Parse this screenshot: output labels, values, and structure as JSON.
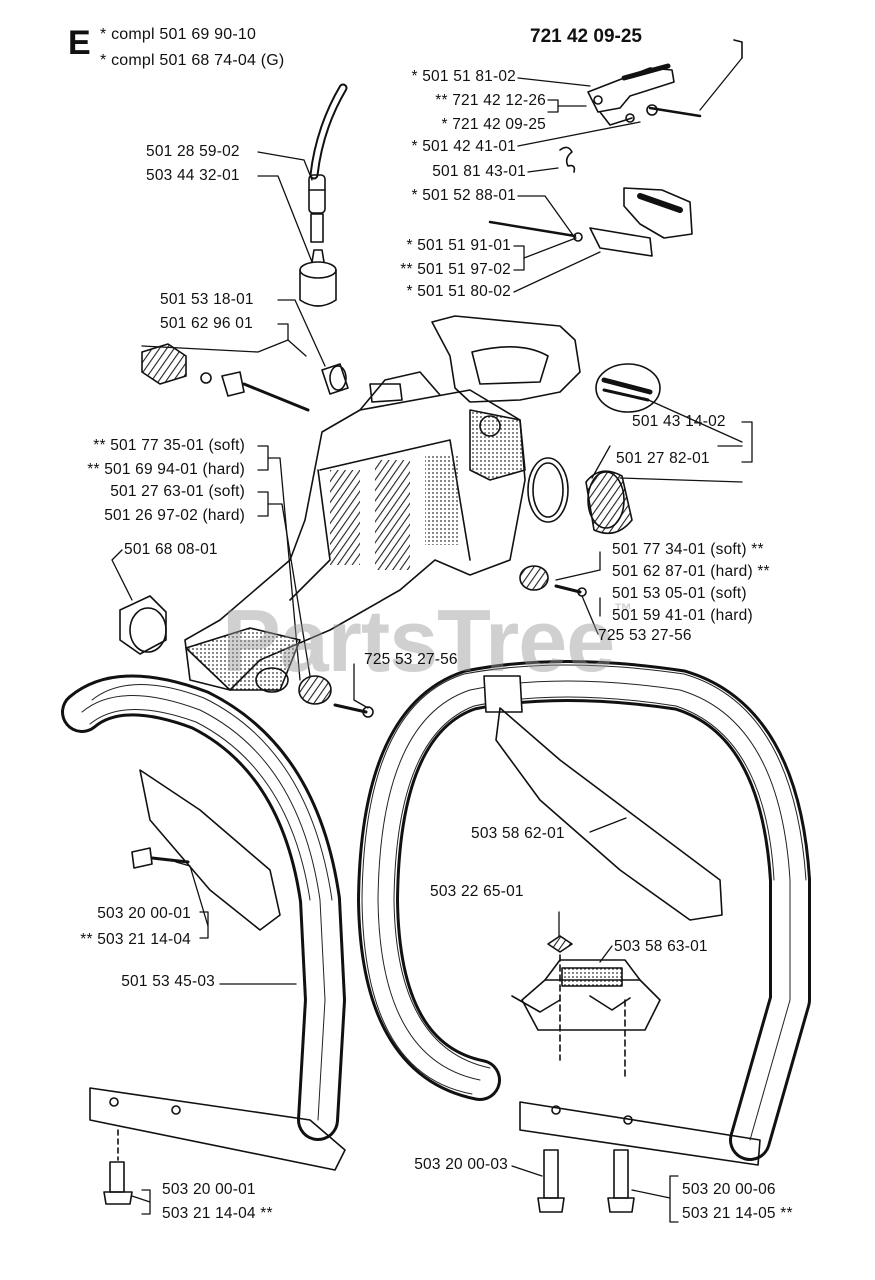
{
  "section_letter": "E",
  "title_number": "721 42 09-25",
  "header_notes": [
    "* compl 501 69 90-10",
    "* compl 501 68 74-04 (G)"
  ],
  "watermark": "PartsTree",
  "labels": [
    {
      "id": "l1",
      "text": "* 501 51 81-02"
    },
    {
      "id": "l2",
      "text": "** 721 42 12-26"
    },
    {
      "id": "l3",
      "text": "* 721 42 09-25"
    },
    {
      "id": "l4",
      "text": "* 501 42 41-01"
    },
    {
      "id": "l5",
      "text": "501 81 43-01"
    },
    {
      "id": "l6",
      "text": "* 501 52 88-01"
    },
    {
      "id": "l7",
      "text": "* 501 51 91-01"
    },
    {
      "id": "l8",
      "text": "** 501 51 97-02"
    },
    {
      "id": "l9",
      "text": "* 501 51 80-02"
    },
    {
      "id": "l10",
      "text": "501 28 59-02"
    },
    {
      "id": "l11",
      "text": "503 44 32-01"
    },
    {
      "id": "l12",
      "text": "501 53 18-01"
    },
    {
      "id": "l13",
      "text": "501 62 96 01"
    },
    {
      "id": "l14",
      "text": "** 501 77 35-01  (soft)"
    },
    {
      "id": "l15",
      "text": "** 501 69 94-01  (hard)"
    },
    {
      "id": "l16",
      "text": "501 27 63-01  (soft)"
    },
    {
      "id": "l17",
      "text": "501 26 97-02  (hard)"
    },
    {
      "id": "l18",
      "text": "501 68 08-01"
    },
    {
      "id": "l19",
      "text": "501 43 14-02"
    },
    {
      "id": "l20",
      "text": "501 27 82-01"
    },
    {
      "id": "l21",
      "text": "501 77 34-01  (soft)  **"
    },
    {
      "id": "l22",
      "text": "501 62 87-01  (hard)  **"
    },
    {
      "id": "l23",
      "text": "501 53 05-01  (soft)"
    },
    {
      "id": "l24",
      "text": "501 59 41-01  (hard)"
    },
    {
      "id": "l25",
      "text": "725 53 27-56"
    },
    {
      "id": "l26",
      "text": "725 53 27-56"
    },
    {
      "id": "l27",
      "text": "503 58 62-01"
    },
    {
      "id": "l28",
      "text": "503 22 65-01"
    },
    {
      "id": "l29",
      "text": "503 58 63-01"
    },
    {
      "id": "l30",
      "text": "503 20 00-01"
    },
    {
      "id": "l31",
      "text": "** 503 21 14-04"
    },
    {
      "id": "l32",
      "text": "501 53 45-03"
    },
    {
      "id": "l33",
      "text": "503 20 00-03"
    },
    {
      "id": "l34",
      "text": "503 20 00-01"
    },
    {
      "id": "l35",
      "text": "503 21 14-04  **"
    },
    {
      "id": "l36",
      "text": "503 20 00-06"
    },
    {
      "id": "l37",
      "text": "503 21 14-05  **"
    }
  ]
}
